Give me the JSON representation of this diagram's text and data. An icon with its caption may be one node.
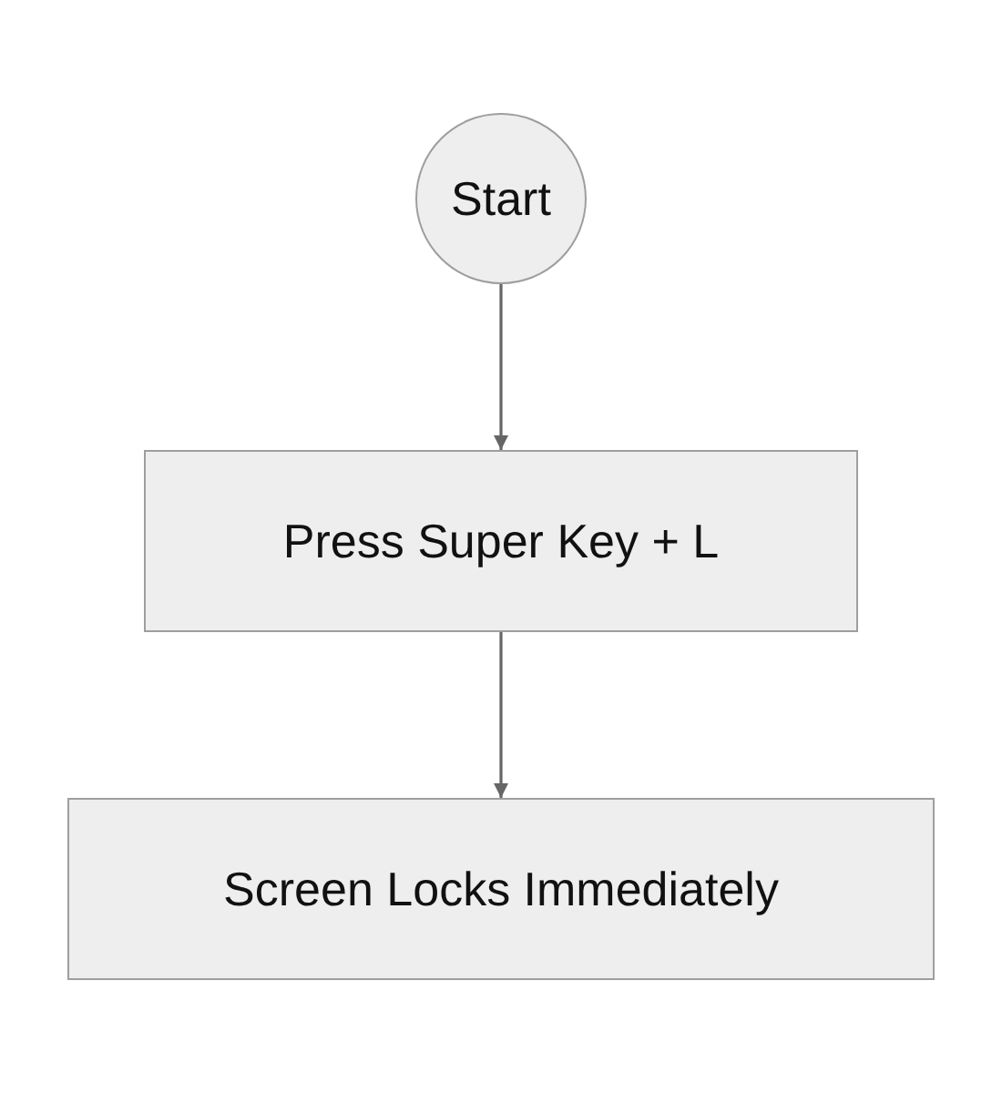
{
  "diagram": {
    "nodes": [
      {
        "text": [
          "Start"
        ]
      },
      {
        "text": [
          "Press Super Key + L"
        ]
      },
      {
        "text": [
          "Screen Locks Immediately"
        ]
      }
    ],
    "edges": [
      {
        "from": 0,
        "to": 1,
        "arrow": "to"
      },
      {
        "from": 1,
        "to": 2,
        "arrow": "to"
      }
    ]
  }
}
